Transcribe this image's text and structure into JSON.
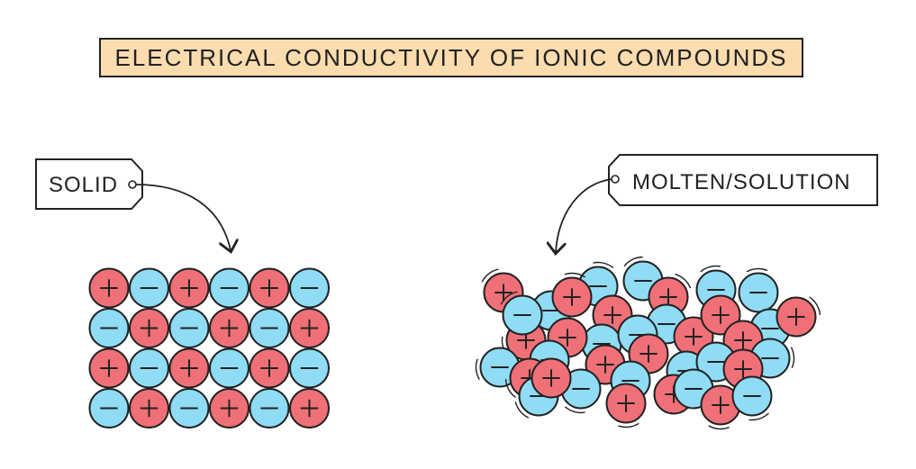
{
  "title": "ELECTRICAL CONDUCTIVITY OF IONIC COMPOUNDS",
  "labels": {
    "solid": "SOLID",
    "molten_solution": "MOLTEN/SOLUTION"
  },
  "colors": {
    "banner": "#fbdcae",
    "positive_ion": "#f07078",
    "negative_ion": "#8fdcf4",
    "outline": "#222222"
  },
  "solid_lattice": [
    [
      "+",
      "-",
      "+",
      "-",
      "+",
      "-"
    ],
    [
      "-",
      "+",
      "-",
      "+",
      "-",
      "+"
    ],
    [
      "+",
      "-",
      "+",
      "-",
      "+",
      "-"
    ],
    [
      "-",
      "+",
      "-",
      "+",
      "-",
      "+"
    ]
  ]
}
